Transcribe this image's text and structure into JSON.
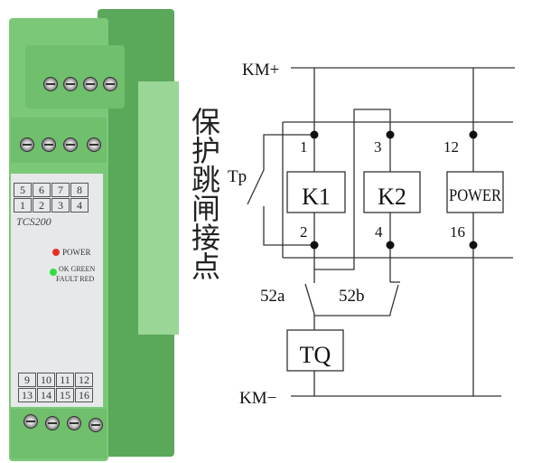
{
  "device": {
    "model": "TCS200",
    "terminals_top": [
      "5",
      "6",
      "7",
      "8",
      "1",
      "2",
      "3",
      "4"
    ],
    "terminals_bottom": [
      "9",
      "10",
      "11",
      "12",
      "13",
      "14",
      "15",
      "16"
    ],
    "power_led_label": "POWER",
    "status_led_label_1": "OK GREEN",
    "status_led_label_2": "FAULT RED",
    "colors": {
      "body": "#7cc879",
      "panel": "#e6e8ea",
      "power_led": "#e83020",
      "ok_led": "#30e040"
    }
  },
  "diagram": {
    "title": "保护跳闸接点",
    "km_plus": "KM+",
    "km_minus": "KM−",
    "tp": "Tp",
    "k1": "K1",
    "k2": "K2",
    "power": "POWER",
    "tq": "TQ",
    "pin1": "1",
    "pin2": "2",
    "pin3": "3",
    "pin4": "4",
    "pin12": "12",
    "pin16": "16",
    "s52a": "52a",
    "s52b": "52b"
  }
}
